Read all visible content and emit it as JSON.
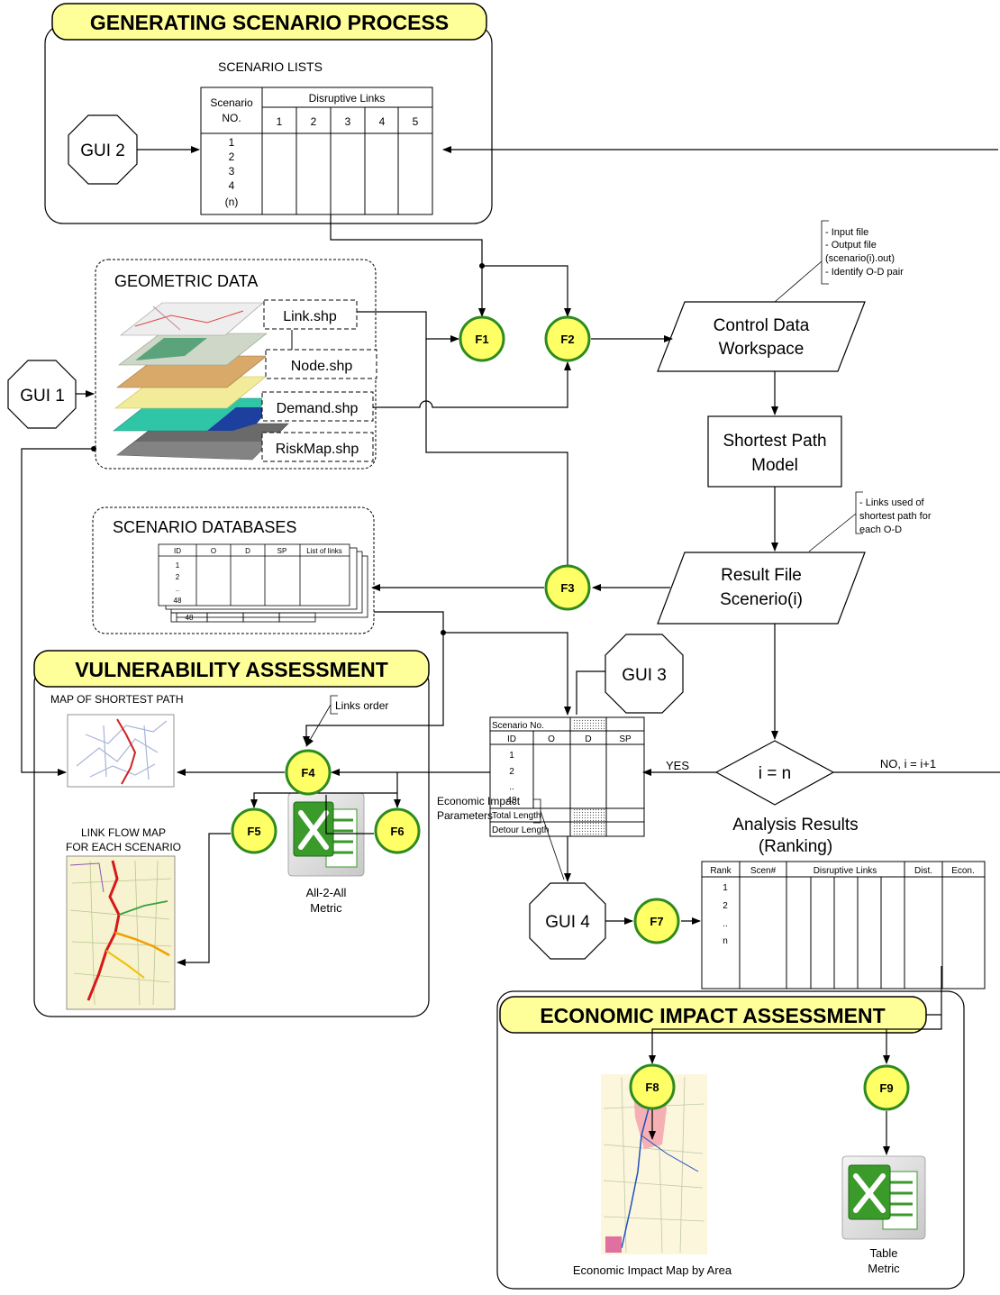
{
  "sections": {
    "generating": "GENERATING SCENARIO PROCESS",
    "vulnerability": "VULNERABILITY ASSESSMENT",
    "economic": "ECONOMIC IMPACT ASSESSMENT"
  },
  "gui": {
    "gui1": "GUI 1",
    "gui2": "GUI 2",
    "gui3": "GUI 3",
    "gui4": "GUI 4"
  },
  "functions": {
    "f1": "F1",
    "f2": "F2",
    "f3": "F3",
    "f4": "F4",
    "f5": "F5",
    "f6": "F6",
    "f7": "F7",
    "f8": "F8",
    "f9": "F9"
  },
  "scenario_lists": {
    "title": "SCENARIO LISTS",
    "header_scenario": "Scenario",
    "header_no": "NO.",
    "header_links": "Disruptive Links",
    "link_cols": [
      "1",
      "2",
      "3",
      "4",
      "5"
    ],
    "rows": [
      "1",
      "2",
      "3",
      "4",
      "(n)"
    ]
  },
  "geometric": {
    "title": "GEOMETRIC DATA",
    "files": [
      "Link.shp",
      "Node.shp",
      "Demand.shp",
      "RiskMap.shp"
    ]
  },
  "control_note": [
    "- Input file",
    "- Output file",
    "(scenario(i).out)",
    "- Identify O-D pair"
  ],
  "control_data": [
    "Control Data",
    "Workspace"
  ],
  "shortest_path": [
    "Shortest Path",
    "Model"
  ],
  "links_note": [
    "- Links used of",
    "shortest path for",
    "each O-D"
  ],
  "result_file": [
    "Result File",
    "Scenerio(i)"
  ],
  "scenario_db": {
    "title": "SCENARIO DATABASES",
    "headers": [
      "ID",
      "O",
      "D",
      "SP",
      "List of links"
    ],
    "rows": [
      "1",
      "2",
      "..",
      "48"
    ],
    "back_row": "48"
  },
  "decision": {
    "label": "i = n",
    "yes": "YES",
    "no": "NO,  i  = i+1"
  },
  "analysis_title": [
    "Analysis Results",
    "(Ranking)"
  ],
  "scenario_table": {
    "header": "Scenario No.",
    "cols": [
      "ID",
      "O",
      "D",
      "SP"
    ],
    "rows": [
      "1",
      "2",
      "..",
      "48"
    ],
    "total": "Total Length",
    "detour": "Detour Length"
  },
  "econ_params": [
    "Economic Impact",
    "Parameters"
  ],
  "ranking_table": {
    "cols": [
      "Rank",
      "Scen#",
      "Disruptive Links",
      "Dist.",
      "Econ."
    ],
    "rows": [
      "1",
      "2",
      "..",
      "n"
    ]
  },
  "vulnerability_items": {
    "map_sp": "MAP OF SHORTEST PATH",
    "links_order": "Links order",
    "flow_map": [
      "LINK FLOW MAP",
      "FOR EACH SCENARIO"
    ],
    "metric": [
      "All-2-All",
      "Metric"
    ]
  },
  "economic_items": {
    "map_caption": "Economic Impact Map by Area",
    "table_metric": [
      "Table",
      "Metric"
    ]
  },
  "colors": {
    "title_fill": "#ffff99",
    "circle_fill": "#ffff66",
    "circle_stroke": "#2e8b1f",
    "excel_green": "#3a9a2a"
  }
}
